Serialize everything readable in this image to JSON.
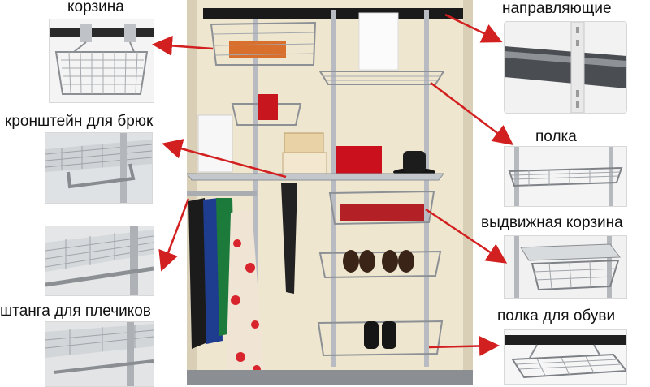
{
  "labels": {
    "basket": "корзина",
    "rails": "направляющие",
    "trouser_bracket": "кронштейн для брюк",
    "shelf": "полка",
    "pullout_basket": "выдвижная корзина",
    "hanger_rod": "штанга для плечиков",
    "shoe_shelf": "полка для обуви"
  },
  "colors": {
    "arrow": "#d21f1f",
    "wall": "#efe6cf",
    "metal": "#b8bcc2",
    "rail": "#1a1a1a"
  }
}
